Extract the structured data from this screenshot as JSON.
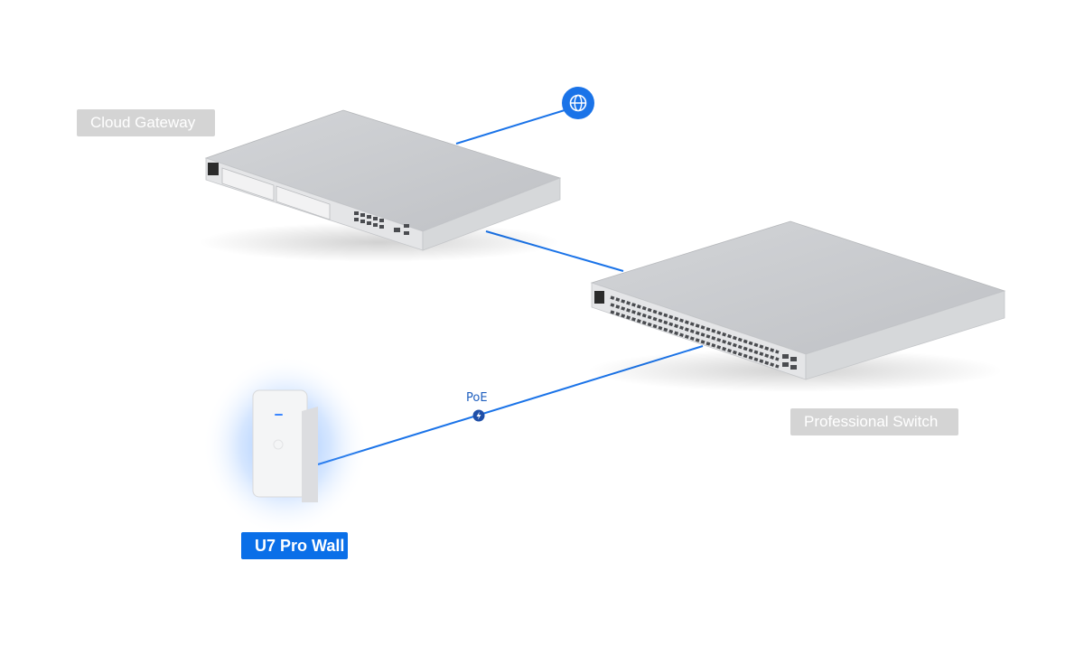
{
  "labels": {
    "gateway": "Cloud Gateway",
    "switch": "Professional Switch",
    "wall_ap": "U7 Pro Wall",
    "poe": "PoE"
  },
  "icons": {
    "internet": "globe-icon",
    "poe": "lightning-bolt-icon"
  },
  "colors": {
    "link": "#1a73e8",
    "accent": "#0a6fe8",
    "tag_gray": "#d4d4d4",
    "device_top": "#c9cbce",
    "device_front": "#e2e3e5"
  }
}
